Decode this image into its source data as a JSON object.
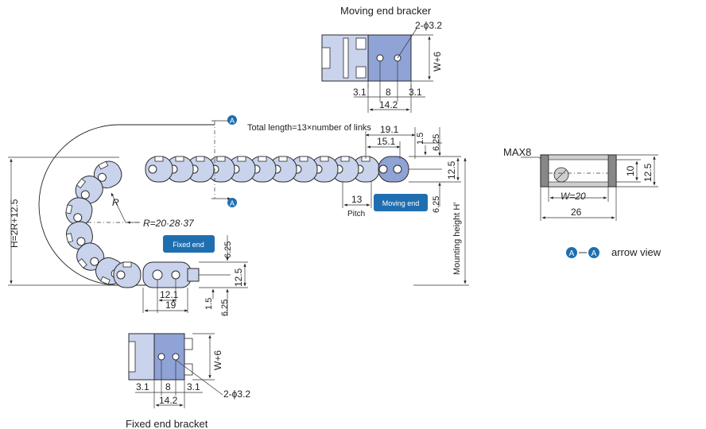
{
  "titles": {
    "moving_bracket": "Moving end bracker",
    "fixed_bracket": "Fixed end bracket",
    "arrow_view": "arrow view"
  },
  "labels": {
    "total_length": "Total length=13×number of links",
    "pitch": "Pitch",
    "radius": "R=20·28·37",
    "r_letter": "R",
    "height_formula": "H=2R+12.5",
    "mounting_height": "Mounting height  H'",
    "max8": "MAX8",
    "w_eq_20": "W=20",
    "w_plus_6": "W+6",
    "hole_spec": "2-ϕ3.2",
    "arrow_letter": "A"
  },
  "badges": {
    "moving_end": "Moving end",
    "fixed_end": "Fixed end"
  },
  "dimensions": {
    "d_19_1": "19.1",
    "d_15_1": "15.1",
    "d_1_5": "1.5",
    "d_6_25": "6.25",
    "d_12_5": "12.5",
    "d_13": "13",
    "d_12_1": "12.1",
    "d_19": "19",
    "d_3_1": "3.1",
    "d_8": "8",
    "d_14_2": "14.2",
    "d_10": "10",
    "d_26": "26"
  },
  "colors": {
    "link_fill": "#c9d3ec",
    "highlight_fill": "#8fa3d6",
    "badge": "#1f6fb0"
  }
}
